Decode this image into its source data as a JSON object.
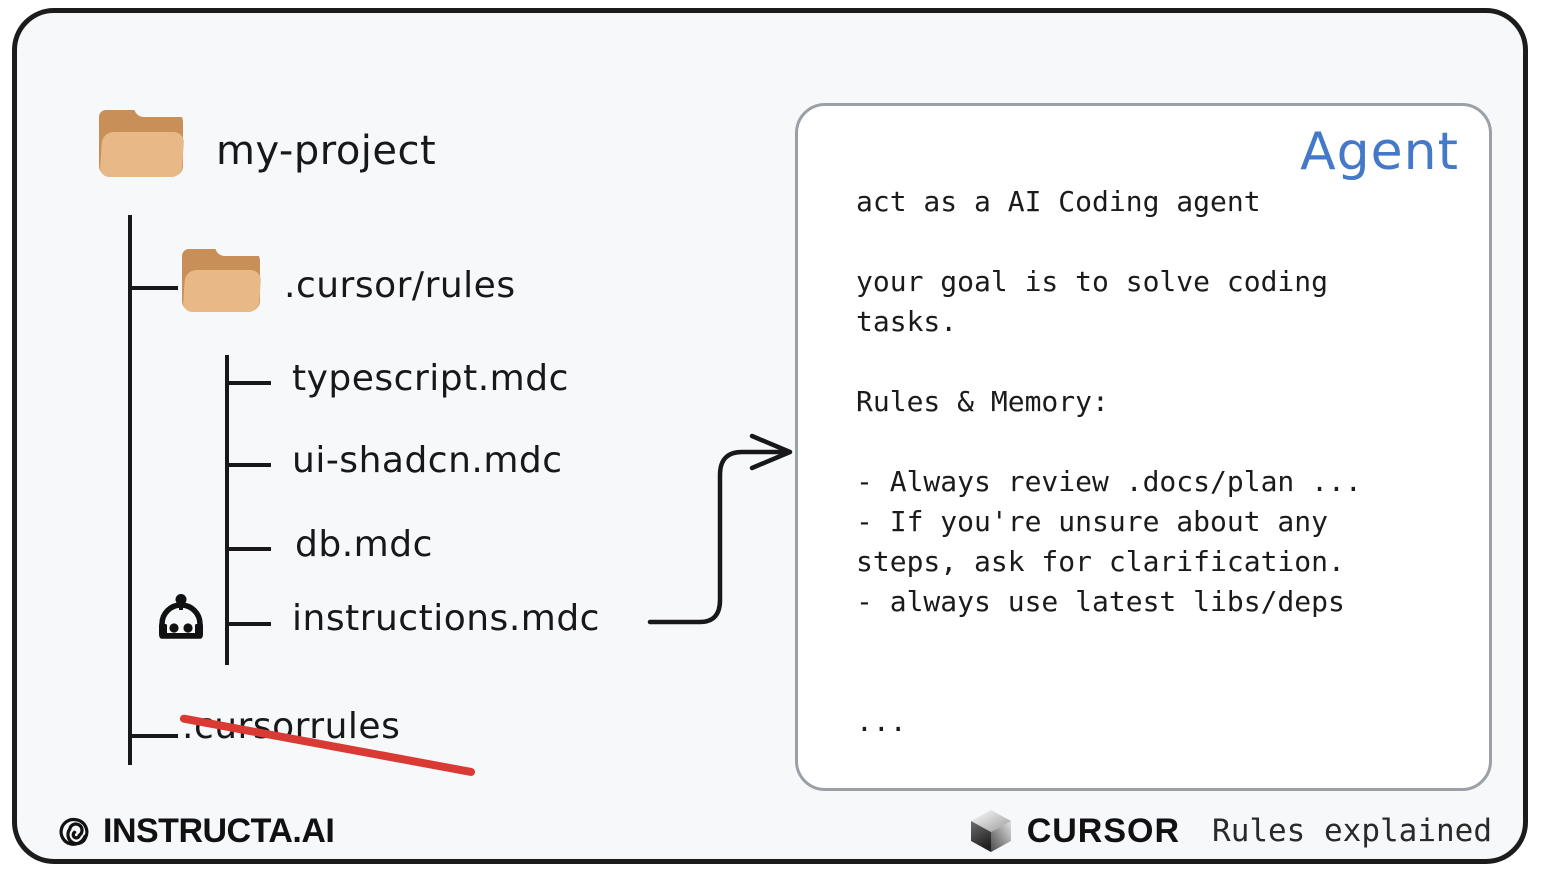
{
  "frame": {
    "background_color": "#f6f8fa",
    "border_color": "#1c1c1c"
  },
  "tree": {
    "root": {
      "label": "my-project",
      "icon": "folder-icon"
    },
    "children": [
      {
        "label": ".cursor/rules",
        "icon": "folder-icon",
        "depth": 1
      },
      {
        "label": "typescript.mdc",
        "icon": "file",
        "depth": 2
      },
      {
        "label": "ui-shadcn.mdc",
        "icon": "file",
        "depth": 2
      },
      {
        "label": "db.mdc",
        "icon": "file",
        "depth": 2
      },
      {
        "label": "instructions.mdc",
        "icon": "file",
        "depth": 2,
        "marker_icon": "robot-icon",
        "connected_to_agent": true
      },
      {
        "label": ".cursorrules",
        "icon": "file",
        "depth": 1,
        "strikethrough": true,
        "strike_color": "#d93b34"
      }
    ]
  },
  "agent": {
    "title": "Agent",
    "title_color": "#4478c8",
    "border_color": "#9aa0a6",
    "body": "act as a AI Coding agent\n\nyour goal is to solve coding\ntasks.\n\nRules & Memory:\n\n- Always review .docs/plan ...\n- If you're unsure about any\nsteps, ask for clarification.\n- always use latest libs/deps\n\n\n..."
  },
  "footer": {
    "left_brand": {
      "name": "INSTRUCTA.AI",
      "icon": "spiral-icon"
    },
    "right_brand": {
      "name": "CURSOR",
      "icon": "cursor-cube-icon"
    },
    "note": "Rules explained"
  }
}
